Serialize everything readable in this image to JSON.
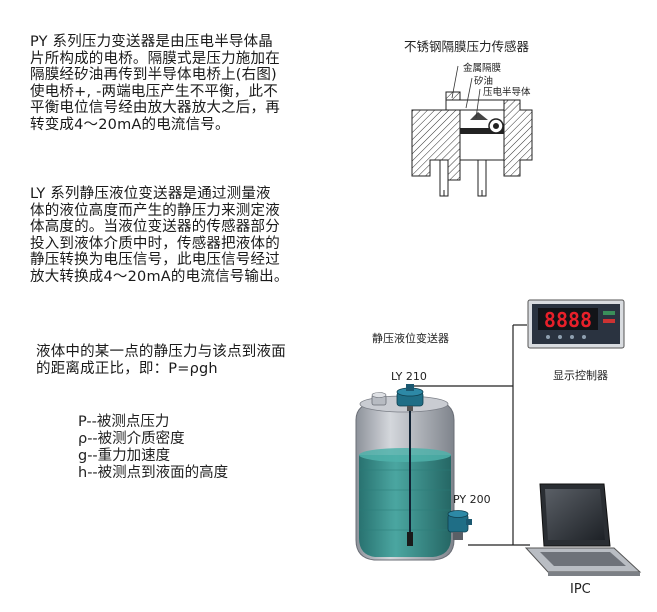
{
  "paragraph_py": {
    "lines": [
      "PY 系列压力变送器是由压电半导体晶",
      "片所构成的电桥。隔膜式是压力施加在",
      "隔膜经矽油再传到半导体电桥上(右图)",
      "使电桥+, -两端电压产生不平衡，此不",
      "平衡电位信号经由放大器放大之后，再",
      "转变成4～20mA的电流信号。"
    ]
  },
  "paragraph_ly": {
    "lines": [
      "LY 系列静压液位变送器是通过测量液",
      "体的液位高度而产生的静压力来测定液",
      "体高度的。当液位变送器的传感器部分",
      "投入到液体介质中时，传感器把液体的",
      "静压转换为电压信号，此电压信号经过",
      "放大转换成4～20mA的电流信号输出。"
    ]
  },
  "paragraph_formula": {
    "lines": [
      "液体中的某一点的静压力与该点到液面",
      "的距离成正比，即：P=ρgh"
    ]
  },
  "legend": {
    "items": [
      "P--被测点压力",
      "ρ--被测介质密度",
      "g--重力加速度",
      "h--被测点到液面的高度"
    ]
  },
  "sensor_diagram": {
    "title": "不锈钢隔膜压力传感器",
    "annotations": {
      "membrane": "金属隔膜",
      "oil": "矽油",
      "semiconductor": "压电半导体"
    }
  },
  "system_diagram": {
    "title": "静压液位变送器",
    "ly210": "LY 210",
    "py200": "PY 200",
    "display_label": "显示控制器",
    "display_readout": "8888",
    "ipc_label": "IPC"
  },
  "colors": {
    "tank_body": "#a9aeb6",
    "liquid": "#2f8f8a",
    "transmitter": "#1f6e86",
    "display_digits": "#e8202a",
    "display_body": "#2a3340"
  }
}
